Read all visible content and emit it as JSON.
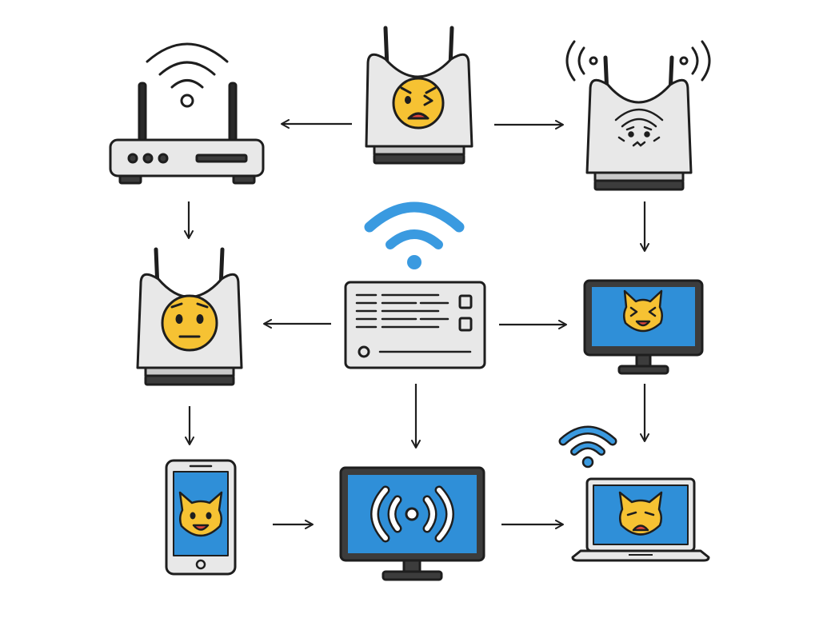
{
  "palette": {
    "outline": "#1e1e1e",
    "device_gray": "#e8e8e8",
    "device_gray_dark": "#c9c9c9",
    "base_dark": "#3c3c3c",
    "screen_blue": "#2f8fd8",
    "wifi_blue": "#3a9ae0",
    "face_yellow": "#f6c233",
    "mouth_red": "#e0443c",
    "background": "#ffffff"
  },
  "nodes": [
    {
      "id": "router",
      "device": "wifi-router-icon",
      "expression": null
    },
    {
      "id": "access-point-top",
      "device": "access-point-icon",
      "expression": "wincing-face-icon"
    },
    {
      "id": "access-point-weak",
      "device": "access-point-icon",
      "expression": "uneasy-face-icon"
    },
    {
      "id": "access-point-left",
      "device": "access-point-icon",
      "expression": "neutral-face-icon"
    },
    {
      "id": "network-switch",
      "device": "network-switch-icon",
      "expression": null
    },
    {
      "id": "desktop-monitor",
      "device": "monitor-icon",
      "expression": "laughing-cat-icon"
    },
    {
      "id": "smartphone",
      "device": "smartphone-icon",
      "expression": "smiling-cat-icon"
    },
    {
      "id": "signal-display",
      "device": "monitor-icon",
      "expression": "broadcast-signal-icon"
    },
    {
      "id": "laptop",
      "device": "laptop-icon",
      "expression": "sad-cat-icon"
    }
  ],
  "edges": [
    {
      "from": "access-point-top",
      "to": "router",
      "direction": "left"
    },
    {
      "from": "access-point-top",
      "to": "access-point-weak",
      "direction": "right"
    },
    {
      "from": "router",
      "to": "access-point-left",
      "direction": "down"
    },
    {
      "from": "access-point-weak",
      "to": "desktop-monitor",
      "direction": "down"
    },
    {
      "from": "network-switch",
      "to": "access-point-left",
      "direction": "left"
    },
    {
      "from": "network-switch",
      "to": "desktop-monitor",
      "direction": "right"
    },
    {
      "from": "access-point-left",
      "to": "smartphone",
      "direction": "down"
    },
    {
      "from": "network-switch",
      "to": "signal-display",
      "direction": "down"
    },
    {
      "from": "desktop-monitor",
      "to": "laptop",
      "direction": "down"
    },
    {
      "from": "smartphone",
      "to": "signal-display",
      "direction": "right"
    },
    {
      "from": "signal-display",
      "to": "laptop",
      "direction": "right"
    }
  ]
}
